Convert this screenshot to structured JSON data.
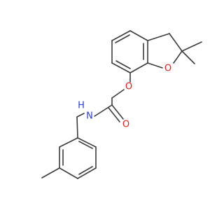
{
  "molecule": {
    "atoms": {
      "ring_O": "O",
      "ether_O": "O",
      "carbonyl_O": "O",
      "amide_N": "N",
      "amide_H": "H"
    },
    "colors": {
      "bond": "#3c3c3c",
      "oxygen": "#e0221c",
      "nitrogen": "#2b3fd8"
    }
  }
}
